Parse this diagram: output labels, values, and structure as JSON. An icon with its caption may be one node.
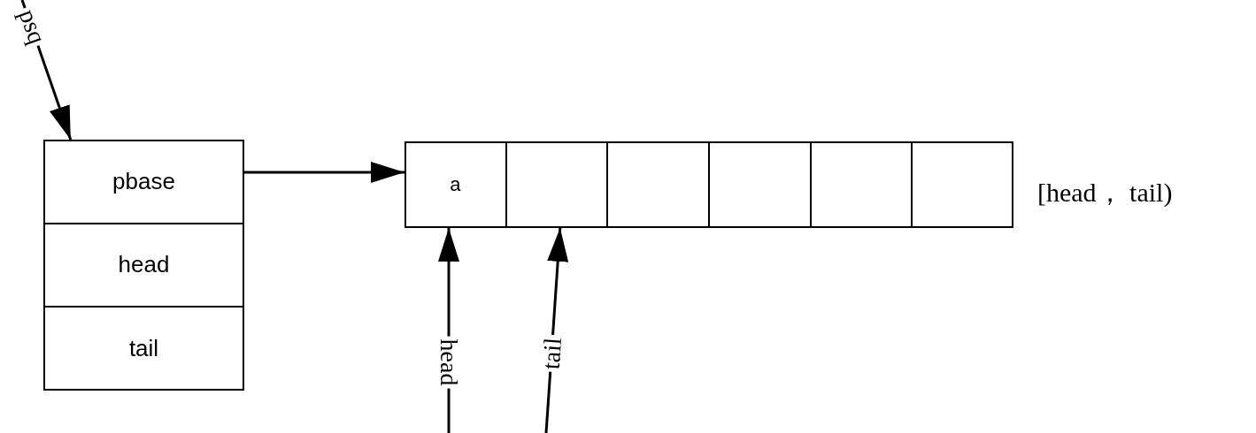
{
  "diagram": {
    "nodes": [
      {
        "text": [],
        "shape": "box"
      },
      {
        "text": [
          "pbase"
        ],
        "in": 0
      },
      {
        "text": [
          "head"
        ],
        "in": 0
      },
      {
        "text": [
          "tail"
        ],
        "in": 0
      },
      {
        "text": [],
        "shape": "box"
      },
      {
        "text": [
          "a"
        ],
        "in": 4
      },
      {
        "text": [],
        "shape": "box",
        "in": 4
      },
      {
        "text": [],
        "shape": "box",
        "in": 4
      },
      {
        "text": [],
        "shape": "box",
        "in": 4
      },
      {
        "text": [],
        "shape": "box",
        "in": 4
      },
      {
        "text": [],
        "shape": "box",
        "in": 4
      }
    ],
    "edges": [
      {
        "from": null,
        "to": 0,
        "arrow": "to",
        "label": "psq"
      },
      {
        "from": 1,
        "to": 4,
        "arrow": "to"
      },
      {
        "from": null,
        "to": 5,
        "arrow": "to",
        "label": "head"
      },
      {
        "from": null,
        "to": 6,
        "arrow": "to",
        "label": "tail"
      }
    ],
    "labels": [
      "[head， tail)"
    ]
  }
}
